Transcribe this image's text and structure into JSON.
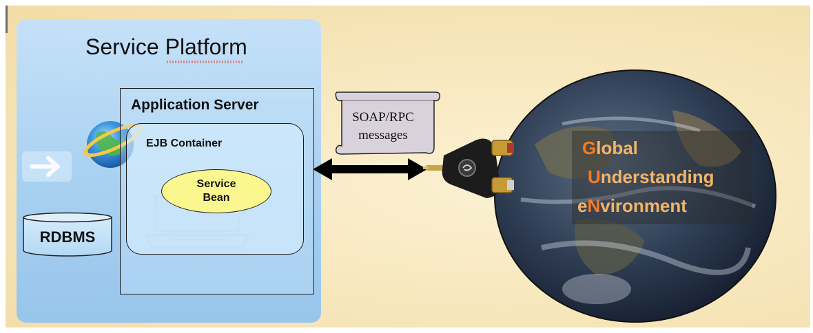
{
  "diagram": {
    "service_platform": {
      "title": "Service Platform"
    },
    "application_server": {
      "title": "Application Server"
    },
    "ejb_container": {
      "title": "EJB Container"
    },
    "service_bean": {
      "line1": "Service",
      "line2": "Bean"
    },
    "database": {
      "label": "RDBMS"
    },
    "message_scroll": {
      "line1": "SOAP/RPC",
      "line2": "messages"
    },
    "gun": {
      "lines": [
        {
          "cap": "G",
          "rest": "lobal"
        },
        {
          "cap": "U",
          "rest": "nderstanding"
        },
        {
          "pre": "e",
          "cap": "N",
          "rest": "vironment"
        }
      ]
    },
    "icons": [
      "internet-globe-icon",
      "arrow-icon",
      "laptop-icon",
      "database-icon",
      "double-arrow-icon",
      "scroll-icon",
      "audio-connector-icon",
      "earth-icon"
    ],
    "colors": {
      "platform_fill": "#a8d0f1",
      "bean_fill": "#fbf78f",
      "gun_caps": "#ff7a1a",
      "gun_text": "#f2b56b",
      "scroll_fill": "#d9d2dc"
    }
  }
}
